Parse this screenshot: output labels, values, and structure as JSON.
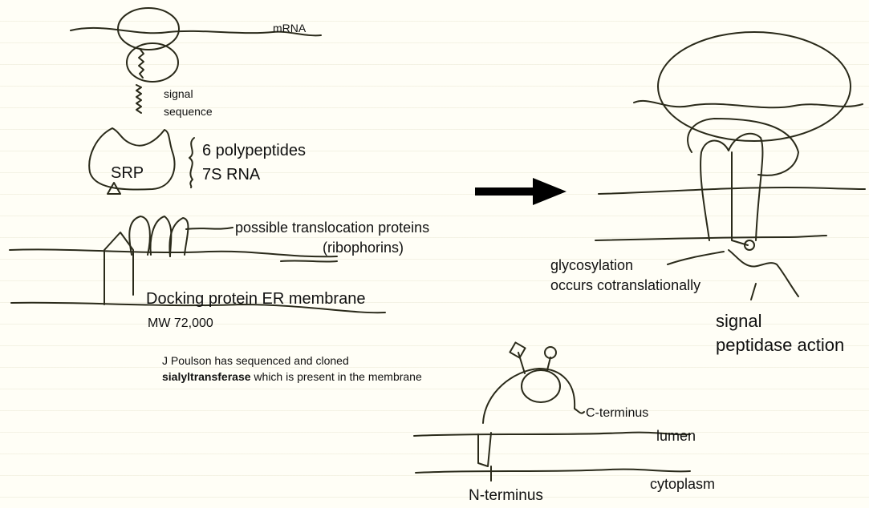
{
  "labels": {
    "mrna": "mRNA",
    "signal_sequence_1": "signal",
    "signal_sequence_2": "sequence",
    "srp": "SRP",
    "srp_part1": "6 polypeptides",
    "srp_part2": "7S RNA",
    "translocation_1": "possible translocation proteins",
    "translocation_2": "(ribophorins)",
    "docking": "Docking protein ER membrane",
    "mw": "MW 72,000",
    "poulson_1": "J Poulson has sequenced and cloned",
    "poulson_bold": "sialyltransferase",
    "poulson_rest": " which is present in the membrane",
    "c_terminus": "C-terminus",
    "lumen": "lumen",
    "cytoplasm": "cytoplasm",
    "n_terminus": "N-terminus",
    "glyco_1": "glycosylation",
    "glyco_2": "occurs cotranslationally",
    "signal_pept_1": "signal",
    "signal_pept_2": "peptidase action"
  }
}
